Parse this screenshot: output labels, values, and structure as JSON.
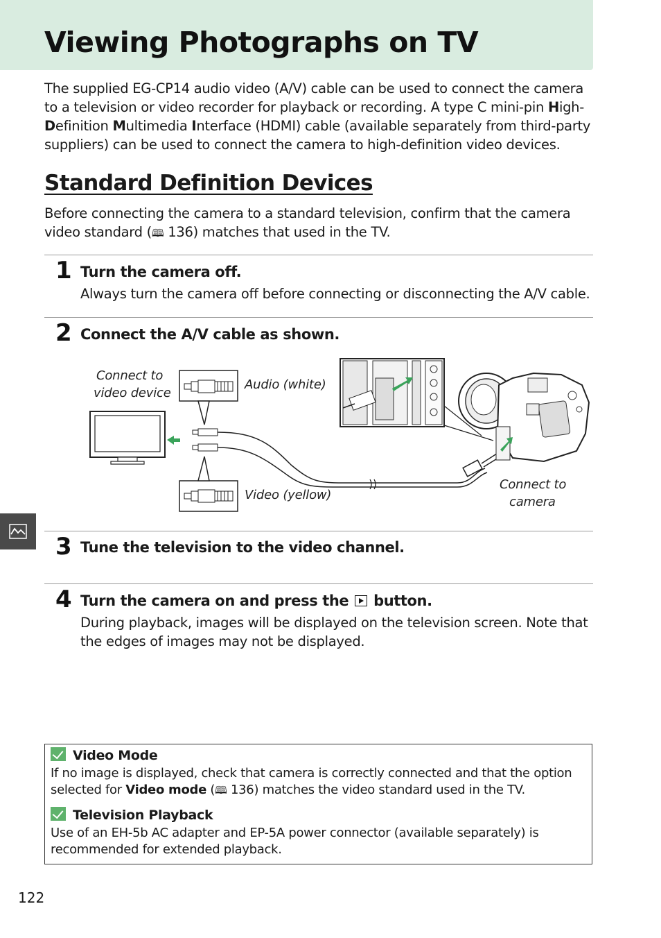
{
  "header": {
    "title": "Viewing Photographs on TV",
    "intro": {
      "p1": "The supplied EG-CP14 audio video (A/V) cable can be used to connect the camera to a television or video recorder for playback or recording.  A type C mini-pin ",
      "h": "H",
      "p2": "igh-",
      "d": "D",
      "p3": "efinition ",
      "m": "M",
      "p4": "ultimedia ",
      "i": "I",
      "p5": "nterface (HDMI) cable (available separately from third-party suppliers) can be used to connect the camera to high-definition video devices."
    }
  },
  "section": {
    "heading": "Standard Definition Devices",
    "intro_a": "Before connecting the camera to a standard television, confirm that the camera video standard (",
    "book_icon": "🕮",
    "intro_b": " 136) matches that used in the TV."
  },
  "steps": [
    {
      "number": "1",
      "title": "Turn the camera off.",
      "body": "Always turn the camera off before connecting or disconnecting the A/V cable."
    },
    {
      "number": "2",
      "title": "Connect the A/V cable as shown."
    },
    {
      "number": "3",
      "title": "Tune the television to the video channel."
    },
    {
      "number": "4",
      "title_a": "Turn the camera on and press the ",
      "title_b": " button.",
      "body": "During playback, images will be displayed on the television screen.  Note that the edges of images may not be displayed."
    }
  ],
  "diagram": {
    "label_device_1": "Connect to",
    "label_device_2": "video device",
    "label_audio": "Audio (white)",
    "label_video": "Video (yellow)",
    "label_camera_1": "Connect to",
    "label_camera_2": "camera"
  },
  "side_tab_icon": "playback-tab-icon",
  "notes": [
    {
      "title": "Video Mode",
      "text_a": "If no image is displayed, check that camera is correctly connected and that the option selected for ",
      "bold": "Video mode",
      "text_b": " (",
      "text_c": " 136) matches the video standard used in the TV."
    },
    {
      "title": "Television Playback",
      "text": "Use of an EH-5b AC adapter and EP-5A power connector (available separately) is recommended for extended playback."
    }
  ],
  "page_number": "122",
  "colors": {
    "title_band": "#d9ece0",
    "note_check": "#5fb26c",
    "arrow_green": "#3aa35a",
    "side_tab": "#4a4a4a"
  }
}
